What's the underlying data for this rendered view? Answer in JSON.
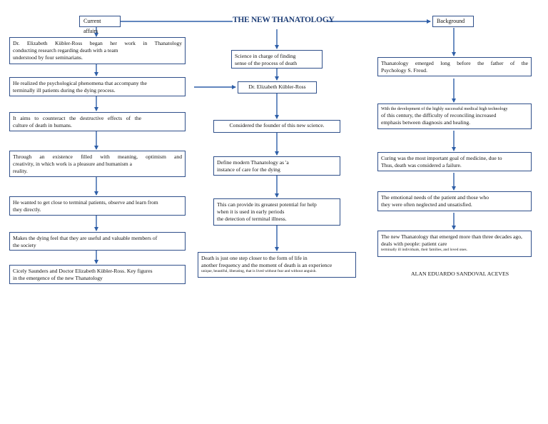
{
  "title": "THE NEW THANATOLOGY",
  "author": "ALAN EDUARDO SANDOVAL ACEVES",
  "headers": {
    "left": "Current affairs",
    "right": "Background"
  },
  "left_column": [
    {
      "lines": [
        "Dr. Elizabeth Kübler-Ross began her work in Thanatology",
        "conducting research regarding death with a team",
        "understood by four seminarians."
      ]
    },
    {
      "lines": [
        "He realized the psychological phenomena that accompany the",
        "terminally ill patients during the dying process."
      ]
    },
    {
      "lines": [
        "It aims to counteract the destructive effects of the",
        "culture of death in humans."
      ]
    },
    {
      "lines": [
        "Through an existence filled with meaning, optimism and",
        "creativity, in which work is a pleasure and humanism a",
        "reality."
      ]
    },
    {
      "lines": [
        "He wanted to get close to terminal patients, observe and learn from",
        "they directly."
      ]
    },
    {
      "lines": [
        "Makes the dying feel that they are useful and valuable members of",
        "the society"
      ]
    },
    {
      "lines": [
        "Cicely Saunders and Doctor Elizabeth Kübler-Ross. Key figures",
        "in the emergence of the new Thanatology"
      ]
    }
  ],
  "center_column": [
    {
      "lines": [
        "Science in charge of finding",
        "sense of the process of death"
      ]
    },
    {
      "lines": [
        "Dr. Elizabeth Kübler-Ross"
      ]
    },
    {
      "lines": [
        "Considered the founder of this new science."
      ]
    },
    {
      "lines": [
        "Define modern Thanatology as 'a",
        "instance of care for the dying"
      ]
    },
    {
      "lines": [
        "This can provide its greatest potential for help",
        "when it is used in early periods",
        "the detection of terminal illness."
      ]
    },
    {
      "lines": [
        "Death is just one step closer to the form of life in",
        "another frequency and the moment of death is an experience"
      ],
      "small": "unique, beautiful, liberating, that is lived without fear and without anguish."
    }
  ],
  "right_column": [
    {
      "lines": [
        "Thanatology emerged long before the father of the",
        "Psychology S. Freud."
      ]
    },
    {
      "small_top": "With the development of the highly successful medical high technology",
      "lines": [
        "of this century, the difficulty of reconciling increased",
        "emphasis between diagnosis and healing."
      ]
    },
    {
      "lines": [
        "Curing was the most important goal of medicine, due to",
        "Thus, death was considered a failure."
      ]
    },
    {
      "lines": [
        "The emotional needs of the patient and those who",
        "they were often neglected and unsatisfied."
      ]
    },
    {
      "lines": [
        "The new Thanatology that emerged more than three decades ago,",
        "deals with people: patient care"
      ],
      "small": "terminally ill individuals, their families, and loved ones."
    }
  ]
}
